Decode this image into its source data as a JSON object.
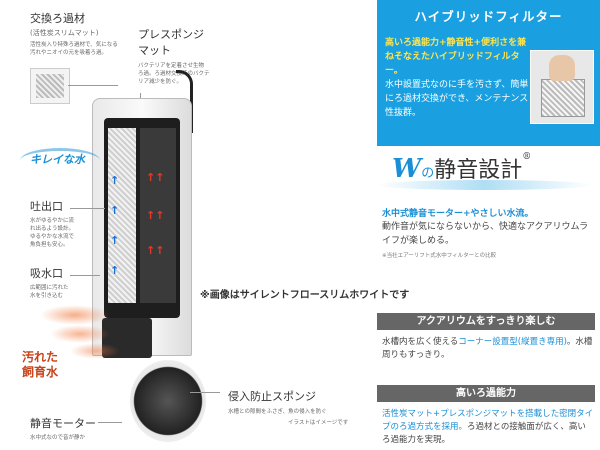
{
  "labels": {
    "exchange_filter": {
      "title": "交換ろ過材",
      "sub": "(活性炭スリムマット)",
      "desc": [
        "活性炭入り特殊ろ過材で、気になる",
        "汚れやニオイの元を吸着ろ過。"
      ]
    },
    "press_sponge": {
      "title": [
        "プレスポンジ",
        "マット"
      ],
      "desc": [
        "バクテリアを定着させ生物",
        "ろ過。ろ過材交換時のバクテ",
        "リア減少を防ぐ。"
      ]
    },
    "clean_water": "キレイな水",
    "outlet": {
      "title": "吐出口",
      "desc": [
        "水がゆるやかに流",
        "れ出るよう設計。",
        "ゆるやかな水流で",
        "魚負担も安心。"
      ]
    },
    "inlet": {
      "title": "吸水口",
      "desc": [
        "広範囲に汚れた",
        "水を引き込む"
      ]
    },
    "dirty_water": [
      "汚れた",
      "飼育水"
    ],
    "motor": {
      "title": "静音モーター",
      "desc": "水中式なので音が静か"
    },
    "intake_sponge": {
      "title": "侵入防止スポンジ",
      "desc": "水槽との隙間をふさぎ、魚の侵入を防ぐ",
      "note": "イラストはイメージです"
    },
    "image_note": "※画像はサイレントフロースリムホワイトです"
  },
  "hybrid": {
    "title": "ハイブリッドフィルター",
    "body_yellow": "高いろ過能力+静音性+便利さを兼ねそなえたハイブリッドフィルター。",
    "body_white": "水中設置式なのに手を汚さず、簡単にろ過材交換ができ、メンテナンス性抜群。"
  },
  "quiet": {
    "w": "W",
    "no": "の",
    "title": "静音設計",
    "mark": "®",
    "lead": "水中式静音モーター+やさしい水流。",
    "body": "動作音が気にならないから、快適なアクアリウムライフが楽しめる。",
    "note": "※当社エアーリフト式水中フィルターとの比較"
  },
  "sections": [
    {
      "title": "アクアリウムをすっきり楽しむ",
      "pre": "水槽内を広く使える",
      "accent": "コーナー設置型(縦置き専用)",
      "post": "。水槽周りもすっきり。"
    },
    {
      "title": "高いろ過能力",
      "accent": "活性炭マット+プレスポンジマットを搭載した密閉タイプのろ過方式を採用。",
      "post": "ろ過材との接触面が広く、高いろ過能力を実現。"
    }
  ],
  "colors": {
    "accent_blue": "#1aa0e0",
    "arrow_red": "#e23a2a",
    "text_blue": "#1a8fd6",
    "dirty_orange": "#c7421a"
  }
}
